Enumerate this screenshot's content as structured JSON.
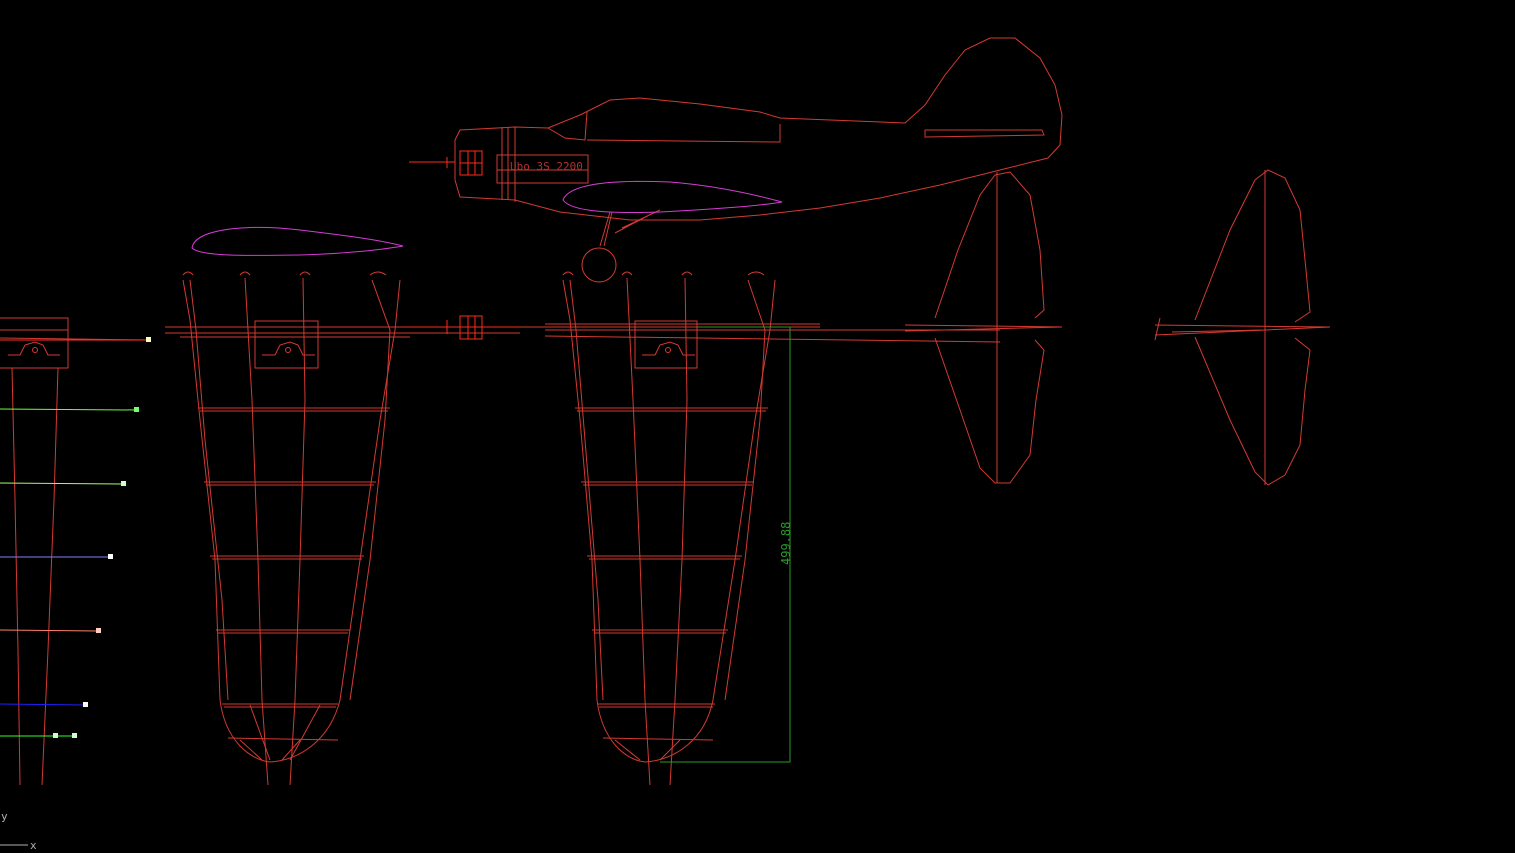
{
  "drawing": {
    "motor_label": "Ubo 3S 2200",
    "dimension_text": "499.88",
    "ucs": {
      "y_label": "y",
      "x_label": "x"
    },
    "colors": {
      "background": "#000000",
      "outline": "#d23a32",
      "motor": "#ff2a1a",
      "airfoil": "#d43cd4",
      "dimension": "#2a9a2a"
    },
    "leaders": [
      {
        "color": "#ff3030",
        "grip": "#ffffc0"
      },
      {
        "color": "#70ff40",
        "grip": "#70ff70"
      },
      {
        "color": "#a0ff70",
        "grip": "#ccffcc"
      },
      {
        "color": "#8080ff",
        "grip": "#ffffff"
      },
      {
        "color": "#ff8070",
        "grip": "#ffd0c0"
      },
      {
        "color": "#2020ff",
        "grip": "#ffffff"
      },
      {
        "color": "#30ff30",
        "grip": "#ccffcc"
      }
    ]
  }
}
